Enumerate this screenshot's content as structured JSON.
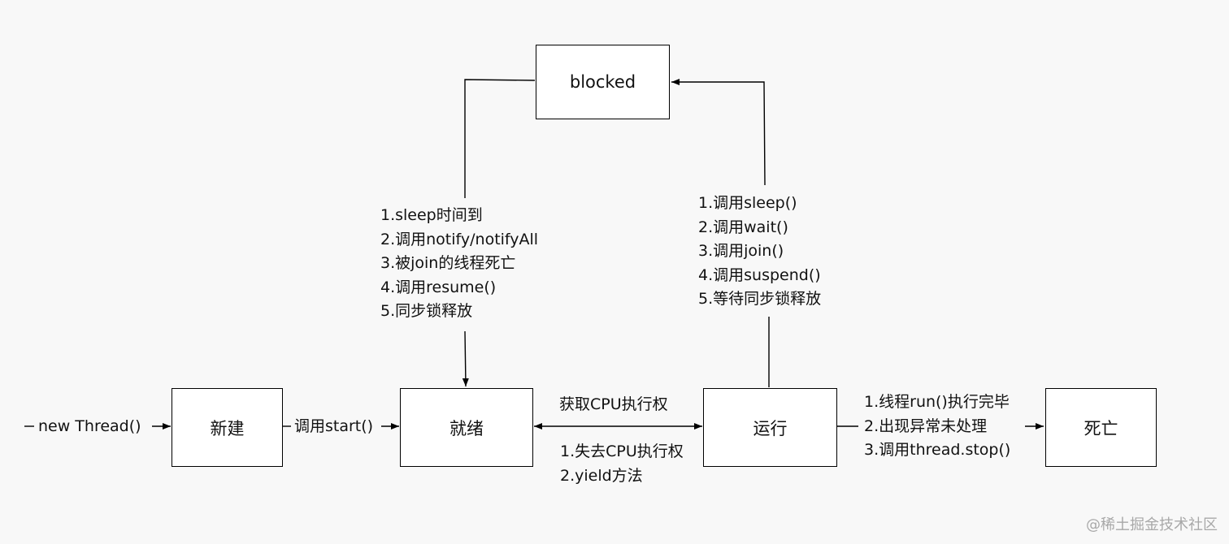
{
  "nodes": {
    "blocked": "blocked",
    "new": "新建",
    "ready": "就绪",
    "running": "运行",
    "dead": "死亡"
  },
  "edge_labels": {
    "entry": "new Thread()",
    "start": "调用start()",
    "acquire_cpu": "获取CPU执行权",
    "lose_cpu": [
      "1.失去CPU执行权",
      "2.yield方法"
    ],
    "blocked_to_ready": [
      "1.sleep时间到",
      "2.调用notify/notifyAll",
      "3.被join的线程死亡",
      "4.调用resume()",
      "5.同步锁释放"
    ],
    "running_to_blocked": [
      "1.调用sleep()",
      "2.调用wait()",
      "3.调用join()",
      "4.调用suspend()",
      "5.等待同步锁释放"
    ],
    "running_to_dead": [
      "1.线程run()执行完毕",
      "2.出现异常未处理",
      "3.调用thread.stop()"
    ]
  },
  "watermark": "@稀土掘金技术社区"
}
